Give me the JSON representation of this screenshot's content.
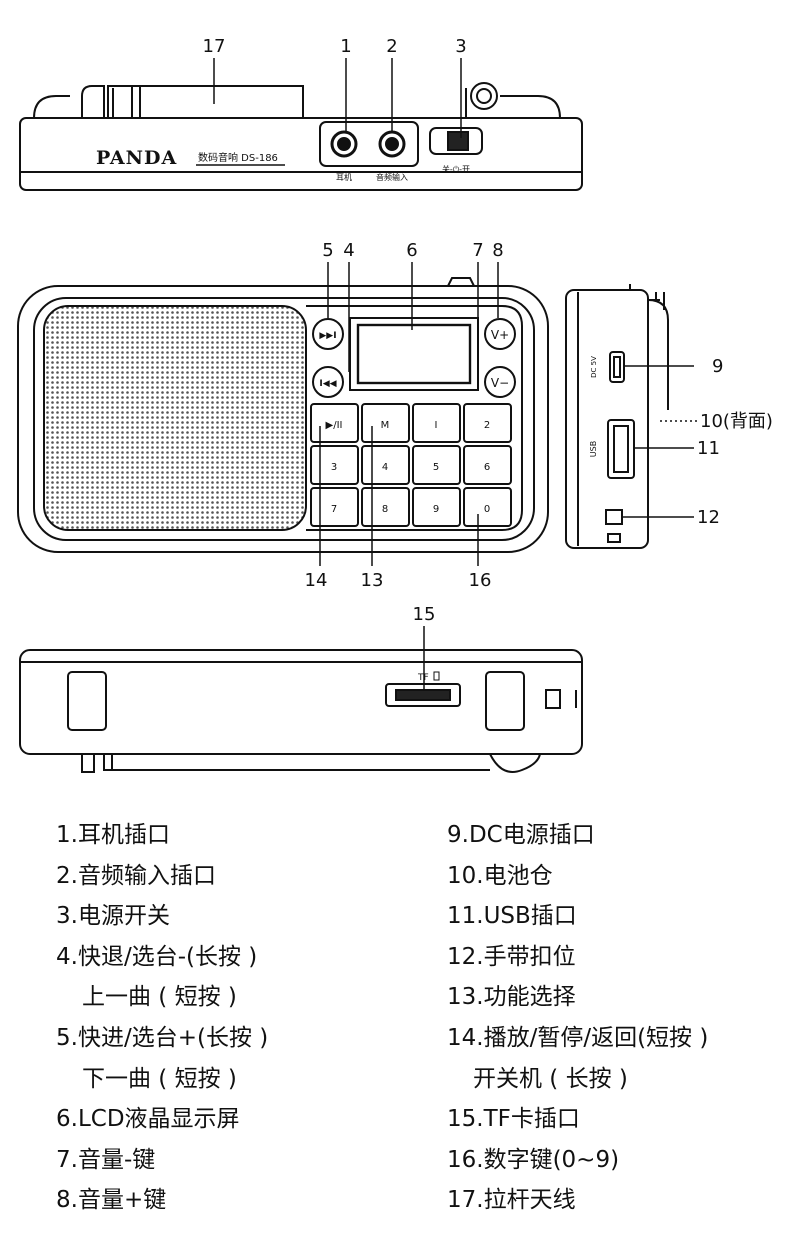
{
  "device": {
    "brand": "PANDA",
    "model_text": "数码音响  DS-186",
    "label_earphone": "耳机",
    "label_audio_in": "音频输入",
    "switch_label": "关-⏻-开",
    "dc_label": "DC 5V",
    "usb_label": "USB",
    "tf_label": "TF",
    "buttons": {
      "next": "▶▶I",
      "prev": "I◀◀",
      "vol_up": "V+",
      "vol_down": "V−",
      "play": "▶/II",
      "menu": "M",
      "keys": [
        "I",
        "2",
        "3",
        "4",
        "5",
        "6",
        "7",
        "8",
        "9",
        "0"
      ]
    }
  },
  "callouts": {
    "c1": "1",
    "c2": "2",
    "c3": "3",
    "c4": "4",
    "c5": "5",
    "c6": "6",
    "c7": "7",
    "c8": "8",
    "c9": "9",
    "c10": "10(背面)",
    "c11": "11",
    "c12": "12",
    "c13": "13",
    "c14": "14",
    "c15": "15",
    "c16": "16",
    "c17": "17"
  },
  "legend": {
    "left": [
      {
        "text": "1.耳机插口",
        "indent": false
      },
      {
        "text": "2.音频输入插口",
        "indent": false
      },
      {
        "text": "3.电源开关",
        "indent": false
      },
      {
        "text": "4.快退/选台-(长按 )",
        "indent": false
      },
      {
        "text": "上一曲 ( 短按 )",
        "indent": true
      },
      {
        "text": "5.快进/选台+(长按 )",
        "indent": false
      },
      {
        "text": "下一曲 ( 短按 )",
        "indent": true
      },
      {
        "text": "6.LCD液晶显示屏",
        "indent": false
      },
      {
        "text": "7.音量-键",
        "indent": false
      },
      {
        "text": "8.音量+键",
        "indent": false
      }
    ],
    "right": [
      {
        "text": "9.DC电源插口",
        "indent": false
      },
      {
        "text": "10.电池仓",
        "indent": false
      },
      {
        "text": "11.USB插口",
        "indent": false
      },
      {
        "text": "12.手带扣位",
        "indent": false
      },
      {
        "text": "13.功能选择",
        "indent": false
      },
      {
        "text": "14.播放/暂停/返回(短按 )",
        "indent": false
      },
      {
        "text": "开关机 ( 长按 )",
        "indent": true
      },
      {
        "text": "15.TF卡插口",
        "indent": false
      },
      {
        "text": "16.数字键(0~9)",
        "indent": false
      },
      {
        "text": "17.拉杆天线",
        "indent": false
      }
    ]
  }
}
